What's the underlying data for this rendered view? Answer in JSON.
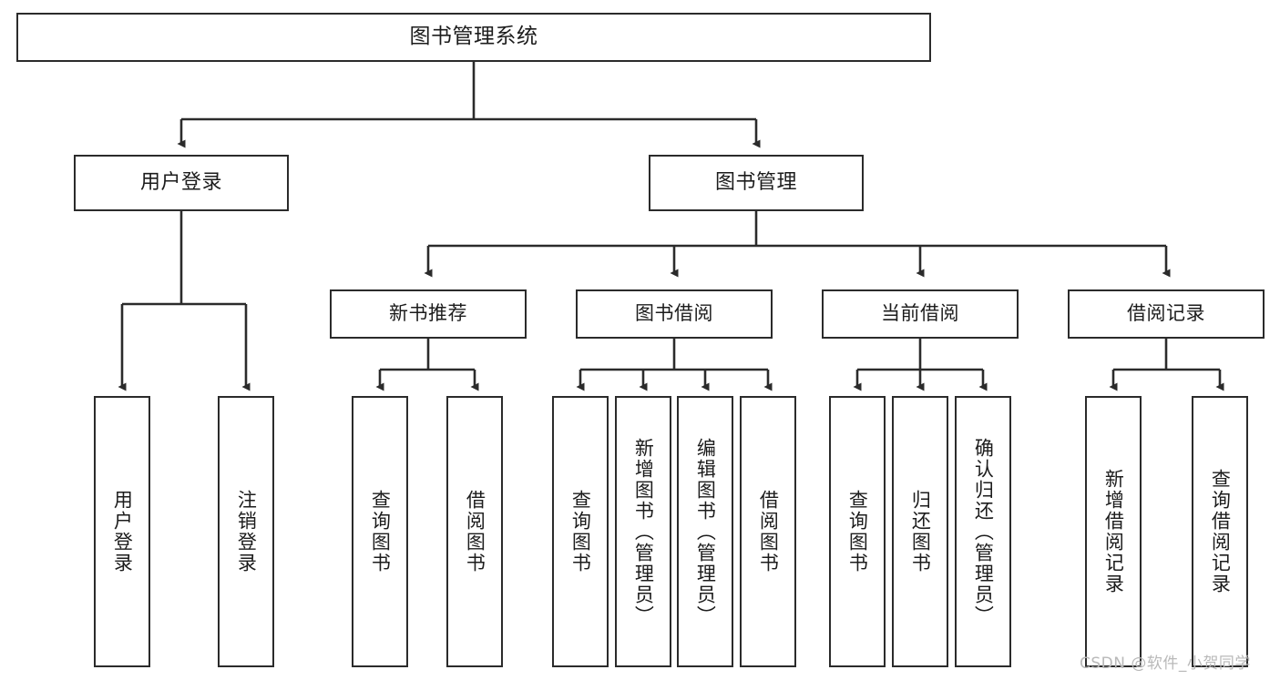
{
  "diagram": {
    "title": "图书管理系统",
    "type": "功能结构图",
    "watermark": "CSDN @软件_小贺同学",
    "colors": {
      "stroke": "#2b2b2b",
      "fill": "#ffffff",
      "text": "#1c1c1c",
      "watermark": "#b9b9b9"
    },
    "root": {
      "label": "图书管理系统"
    },
    "level1": [
      {
        "label": "用户登录"
      },
      {
        "label": "图书管理"
      }
    ],
    "level2": [
      {
        "label": "新书推荐"
      },
      {
        "label": "图书借阅"
      },
      {
        "label": "当前借阅"
      },
      {
        "label": "借阅记录"
      }
    ],
    "leaves": {
      "user_login": [
        {
          "label": "用户登录"
        },
        {
          "label": "注销登录"
        }
      ],
      "new_book_recommend": [
        {
          "label": "查询图书"
        },
        {
          "label": "借阅图书"
        }
      ],
      "book_borrow": [
        {
          "label": "查询图书"
        },
        {
          "label": "新增图书（管理员）"
        },
        {
          "label": "编辑图书（管理员）"
        },
        {
          "label": "借阅图书"
        }
      ],
      "current_borrow": [
        {
          "label": "查询图书"
        },
        {
          "label": "归还图书"
        },
        {
          "label": "确认归还（管理员）"
        }
      ],
      "borrow_record": [
        {
          "label": "新增借阅记录"
        },
        {
          "label": "查询借阅记录"
        }
      ]
    }
  }
}
